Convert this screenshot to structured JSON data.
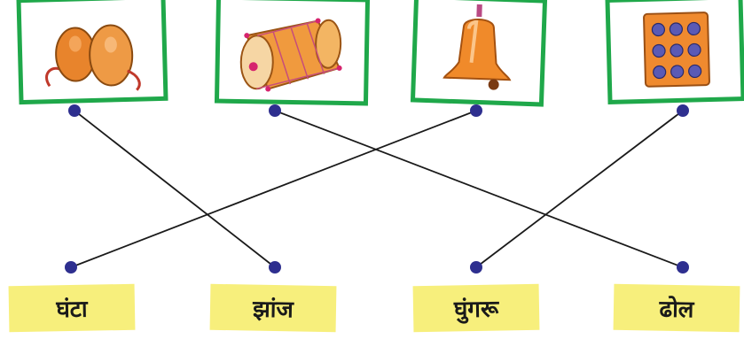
{
  "images": [
    {
      "name": "cymbals",
      "icon": "cymbals-icon"
    },
    {
      "name": "drum",
      "icon": "drum-icon"
    },
    {
      "name": "bell",
      "icon": "bell-icon"
    },
    {
      "name": "ankle-bells",
      "icon": "ankle-bells-icon"
    }
  ],
  "labels": [
    "घंटा",
    "झांज",
    "घुंगरू",
    "ढोल"
  ],
  "matches": [
    {
      "image": "cymbals",
      "label": "झांज"
    },
    {
      "image": "drum",
      "label": "ढोल"
    },
    {
      "image": "bell",
      "label": "घंटा"
    },
    {
      "image": "ankle-bells",
      "label": "घुंगरू"
    }
  ],
  "colors": {
    "frame": "#1fa84a",
    "label_bg": "#f7ef7c",
    "dot": "#2e2f8f",
    "line": "#1a1a1a"
  }
}
